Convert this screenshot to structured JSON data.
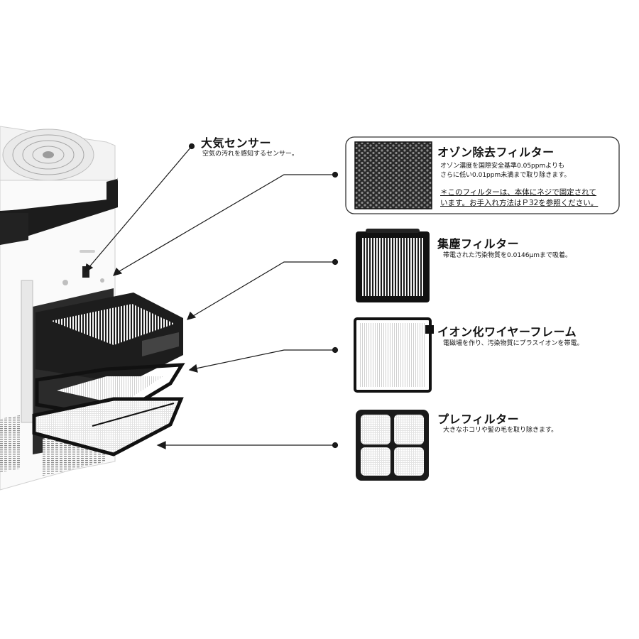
{
  "sensor": {
    "title": "大気センサー",
    "description": "空気の汚れを感知するセンサー。"
  },
  "filters": [
    {
      "title": "オゾン除去フィルター",
      "description_lines": [
        "オゾン濃度を国際安全基準0.05ppmよりも",
        "さらに低い0.01ppm未満まで取り除きます。"
      ],
      "note_lines": [
        "＊このフィルターは、本体にネジで固定されて",
        "います。お手入れ方法はＰ32を参照ください。"
      ]
    },
    {
      "title": "集塵フィルター",
      "description_lines": [
        "帯電された汚染物質を0.0146μmまで吸着。"
      ]
    },
    {
      "title": "イオン化ワイヤーフレーム",
      "description_lines": [
        "電磁場を作り、汚染物質にプラスイオンを帯電。"
      ]
    },
    {
      "title": "プレフィルター",
      "description_lines": [
        "大きなホコリや髪の毛を取り除きます。"
      ]
    }
  ]
}
